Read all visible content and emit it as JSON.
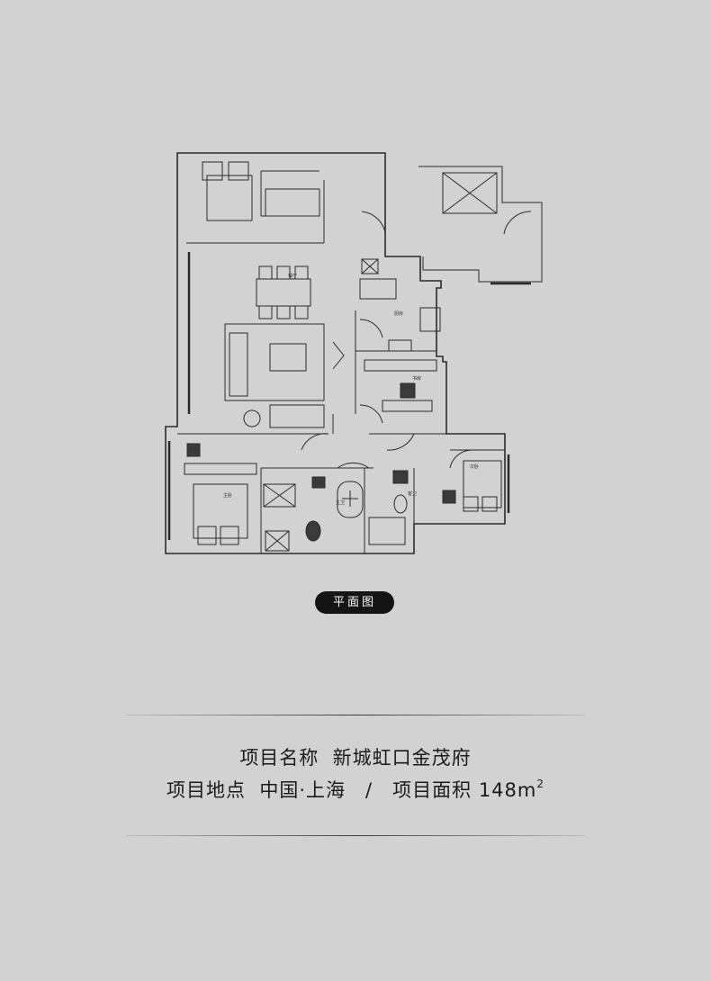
{
  "plan": {
    "badge": "平面图",
    "room_labels": [
      "餐厅",
      "厨房",
      "主卧",
      "书房",
      "客卫",
      "主卫",
      "次卧"
    ]
  },
  "info": {
    "name_label": "项目名称",
    "name_value": "新城虹口金茂府",
    "location_label": "项目地点",
    "location_value": "中国·上海",
    "separator": "/",
    "area_label": "项目面积",
    "area_value": "148m",
    "area_sup": "2"
  }
}
